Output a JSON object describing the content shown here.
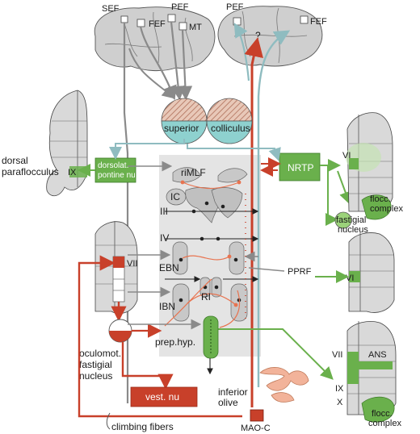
{
  "labels": {
    "sef": "SEF",
    "fef_left": "FEF",
    "pef_left": "PEF",
    "mt": "MT",
    "pef_right": "PEF",
    "question": "?",
    "fef_right": "FEF",
    "superior": "superior",
    "colliculus": "colliculus",
    "dorsal": "dorsal",
    "paraflocculus": "paraflocculus",
    "ix_left": "IX",
    "dorsolat": "dorsolat.",
    "pontine": "pontine nu.",
    "nrtp": "NRTP",
    "vi_top": "VI",
    "flocc_top_1": "flocc.",
    "flocc_top_2": "complex",
    "fastigial_1": "fastigial",
    "fastigial_2": "nucleus",
    "rimlf": "riMLF",
    "ic": "IC",
    "iii": "III",
    "iv": "IV",
    "vii_left": "VII",
    "ebn": "EBN",
    "ppr": "PPRF",
    "vi_mid": "VI",
    "ri": "RI",
    "ibn": "IBN",
    "oculomot_1": "oculomot.",
    "oculomot_2": "fastigial",
    "oculomot_3": "nucleus",
    "prephyp": "prep.hyp.",
    "vii_right": "VII",
    "ans": "ANS",
    "ix_right": "IX",
    "x_right": "X",
    "flocc_bot_1": "flocc.",
    "flocc_bot_2": "complex",
    "vest": "vest. nu",
    "inferior_1": "inferior",
    "inferior_2": "olive",
    "climbing": "climbing fibers",
    "maoc": "MAO-C"
  },
  "colors": {
    "red": "#c8402a",
    "green": "#6ab04c",
    "blue": "#8fbcc0",
    "grey": "#8a8a8a",
    "teal": "#8ed1cf",
    "orange": "#e8734f",
    "salmon": "#f2b39a"
  }
}
